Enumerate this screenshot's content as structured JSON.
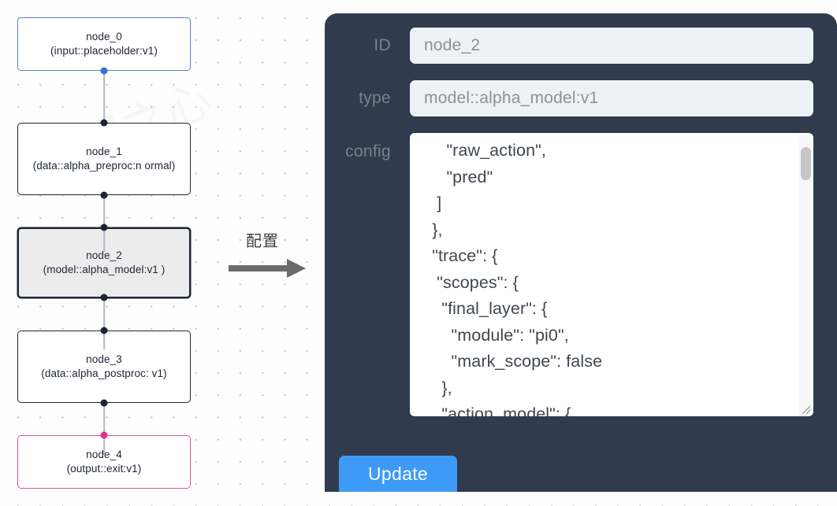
{
  "canvas": {
    "background_color": "#fdfdfd",
    "dot_color": "#c9ccd4"
  },
  "graph": {
    "nodes": [
      {
        "id": "node_0",
        "title": "node_0",
        "subtitle": "(input::placeholder:v1)",
        "kind": "input",
        "border_color": "#5b7fc7",
        "selected": false
      },
      {
        "id": "node_1",
        "title": "node_1",
        "subtitle": "(data::alpha_preproc:n\normal)",
        "kind": "default",
        "border_color": "#1d2433",
        "selected": false
      },
      {
        "id": "node_2",
        "title": "node_2",
        "subtitle": "(model::alpha_model:v1\n)",
        "kind": "model",
        "border_color": "#1d2433",
        "selected": true
      },
      {
        "id": "node_3",
        "title": "node_3",
        "subtitle": "(data::alpha_postproc:\nv1)",
        "kind": "default",
        "border_color": "#1d2433",
        "selected": false
      },
      {
        "id": "node_4",
        "title": "node_4",
        "subtitle": "(output::exit:v1)",
        "kind": "output",
        "border_color": "#e5509c",
        "selected": false
      }
    ],
    "edges": [
      {
        "from": "node_0",
        "to": "node_1"
      },
      {
        "from": "node_1",
        "to": "node_2"
      },
      {
        "from": "node_2",
        "to": "node_3"
      },
      {
        "from": "node_3",
        "to": "node_4"
      }
    ]
  },
  "arrow": {
    "label": "配置",
    "icon": "right-arrow-icon",
    "color": "#6b6b6b"
  },
  "panel": {
    "background_color": "#303b4d",
    "fields": [
      {
        "label": "ID",
        "value": "node_2"
      },
      {
        "label": "type",
        "value": "model::alpha_model:v1"
      }
    ],
    "config": {
      "label": "config",
      "value": "      \"raw_action\",\n      \"pred\"\n    ]\n   },\n   \"trace\": {\n    \"scopes\": {\n     \"final_layer\": {\n       \"module\": \"pi0\",\n       \"mark_scope\": false\n     },\n     \"action_model\": {",
      "scrollbar": "vertical-scrollbar",
      "resize_handle": "resize-handle-icon"
    },
    "update_button": {
      "label": "Update",
      "color": "#3d9bf7"
    }
  }
}
